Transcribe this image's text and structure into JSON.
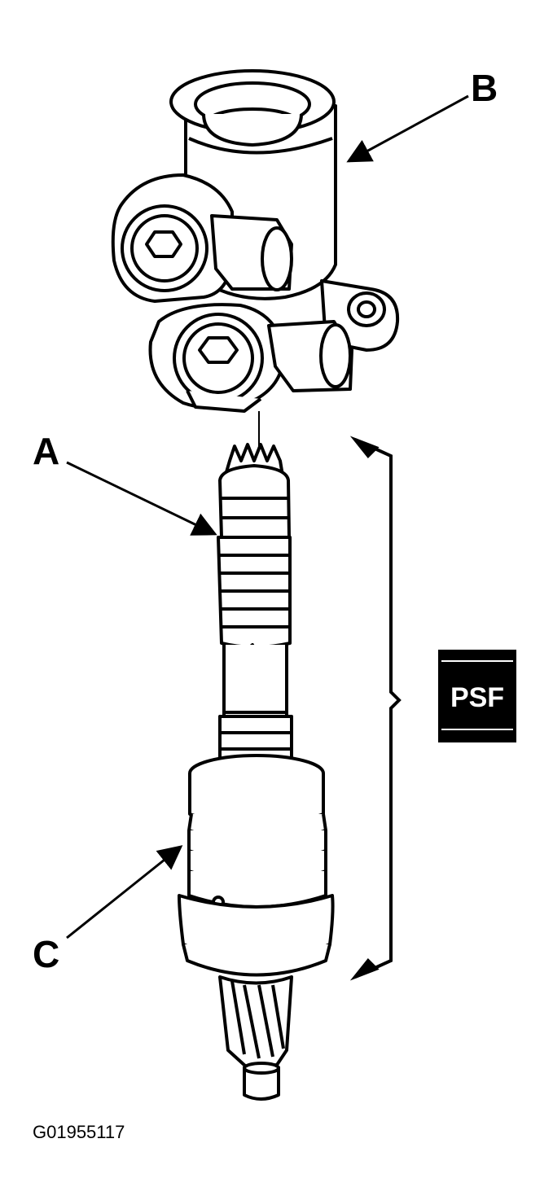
{
  "labels": {
    "a": "A",
    "b": "B",
    "c": "C"
  },
  "badge": {
    "text": "PSF"
  },
  "figure_id": "G01955117",
  "colors": {
    "line": "#000000",
    "background": "#ffffff",
    "badge_bg": "#000000",
    "badge_text": "#ffffff"
  }
}
